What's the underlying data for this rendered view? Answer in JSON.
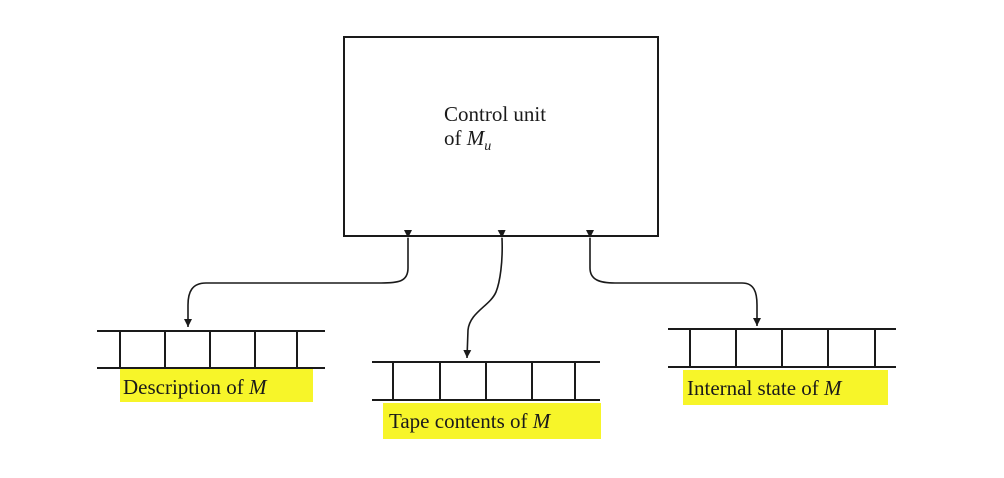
{
  "control_unit": {
    "line1": "Control unit",
    "line2_prefix": "of ",
    "line2_symbol": "M",
    "line2_subscript": "u"
  },
  "tapes": [
    {
      "label_text": "Description of ",
      "label_symbol": "M"
    },
    {
      "label_text": "Tape contents of ",
      "label_symbol": "M"
    },
    {
      "label_text": "Internal state of ",
      "label_symbol": "M"
    }
  ],
  "colors": {
    "highlight": "#f7f529",
    "ink": "#1a1a1a"
  }
}
